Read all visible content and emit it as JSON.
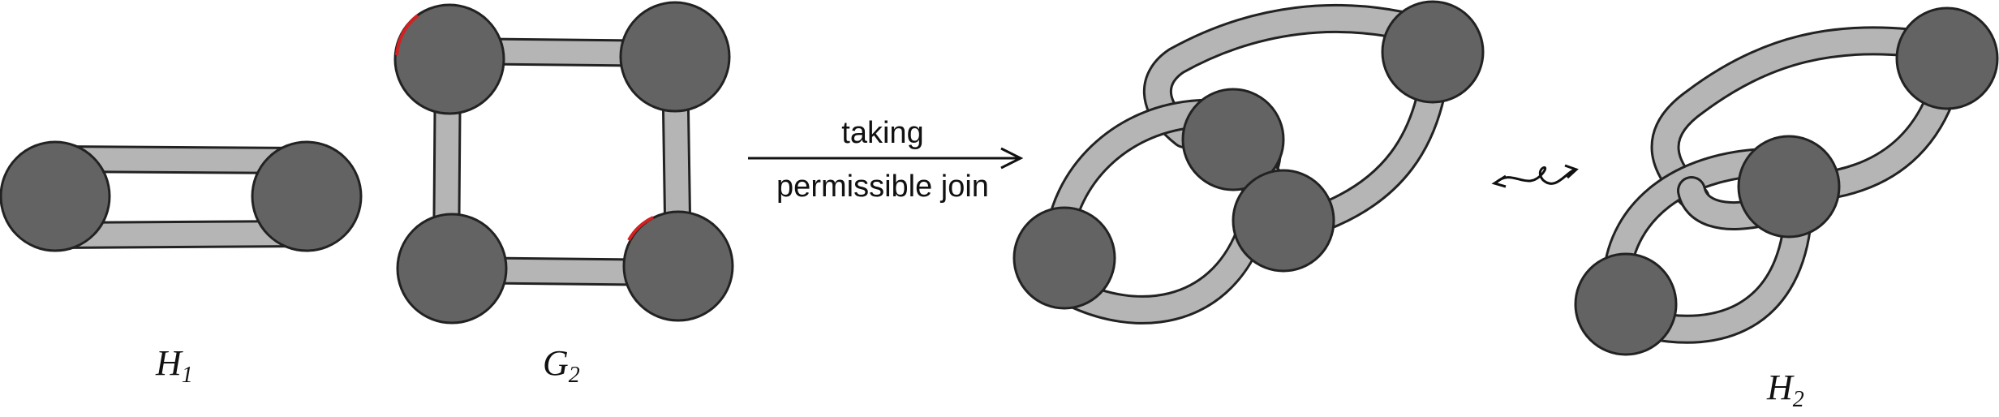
{
  "colors": {
    "disk": "#636363",
    "band": "#b5b5b5",
    "outline": "#222222",
    "marker": "#d32020"
  },
  "labels": {
    "h1": {
      "main": "H",
      "sub": "1"
    },
    "g2": {
      "main": "G",
      "sub": "2"
    },
    "h2": {
      "main": "H",
      "sub": "2"
    }
  },
  "arrow": {
    "top": "taking",
    "bottom": "permissible join"
  },
  "equivalence_symbol": "squiggly-double-arrow-icon"
}
